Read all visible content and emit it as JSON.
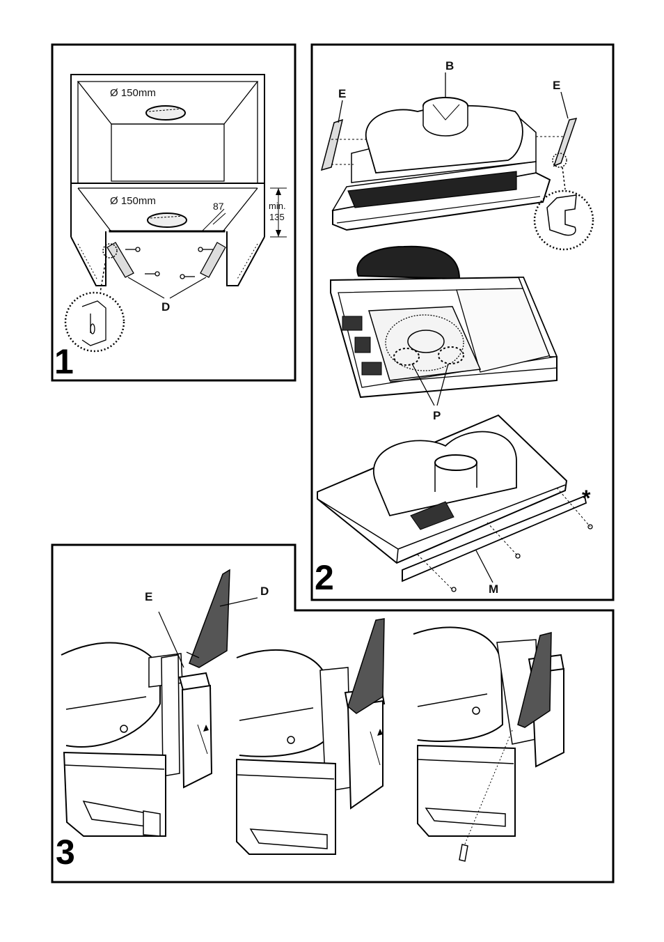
{
  "panel1": {
    "number": "1",
    "diameter_top": "Ø 150mm",
    "diameter_mid": "Ø 150mm",
    "dim_87": "87",
    "dim_min": "min.",
    "dim_135": "135",
    "label_d": "D"
  },
  "panel2": {
    "number": "2",
    "label_b": "B",
    "label_e_left": "E",
    "label_e_right": "E",
    "label_p": "P",
    "label_m": "M",
    "label_star": "*"
  },
  "panel3": {
    "number": "3",
    "label_e": "E",
    "label_d": "D"
  }
}
